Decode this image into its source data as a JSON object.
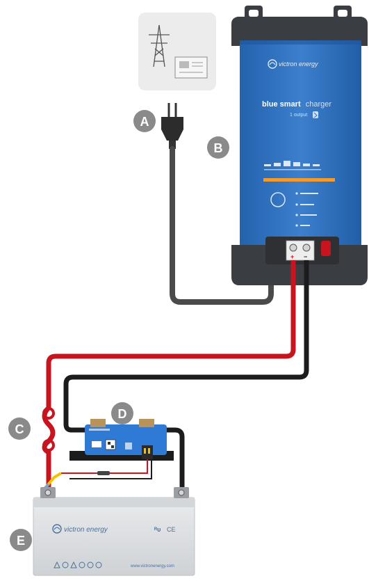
{
  "callouts": {
    "a": "A",
    "b": "B",
    "c": "C",
    "d": "D",
    "e": "E"
  },
  "charger": {
    "brand": "victron energy",
    "product_line_1": "blue smart",
    "product_line_2": "charger",
    "output": "1 output"
  },
  "terminals": {
    "positive": "+",
    "negative": "−"
  },
  "battery": {
    "brand": "victron energy",
    "certs": "CE",
    "website": "www.victronenergy.com"
  },
  "colors": {
    "charger_blue": "#2c6fbf",
    "charger_dark": "#3a3d42",
    "wire_red": "#c8141e",
    "wire_black": "#1c1c1c",
    "wire_grey": "#4a4a4a",
    "callout": "#8a8a8a",
    "battery": "#dfe1e3"
  }
}
